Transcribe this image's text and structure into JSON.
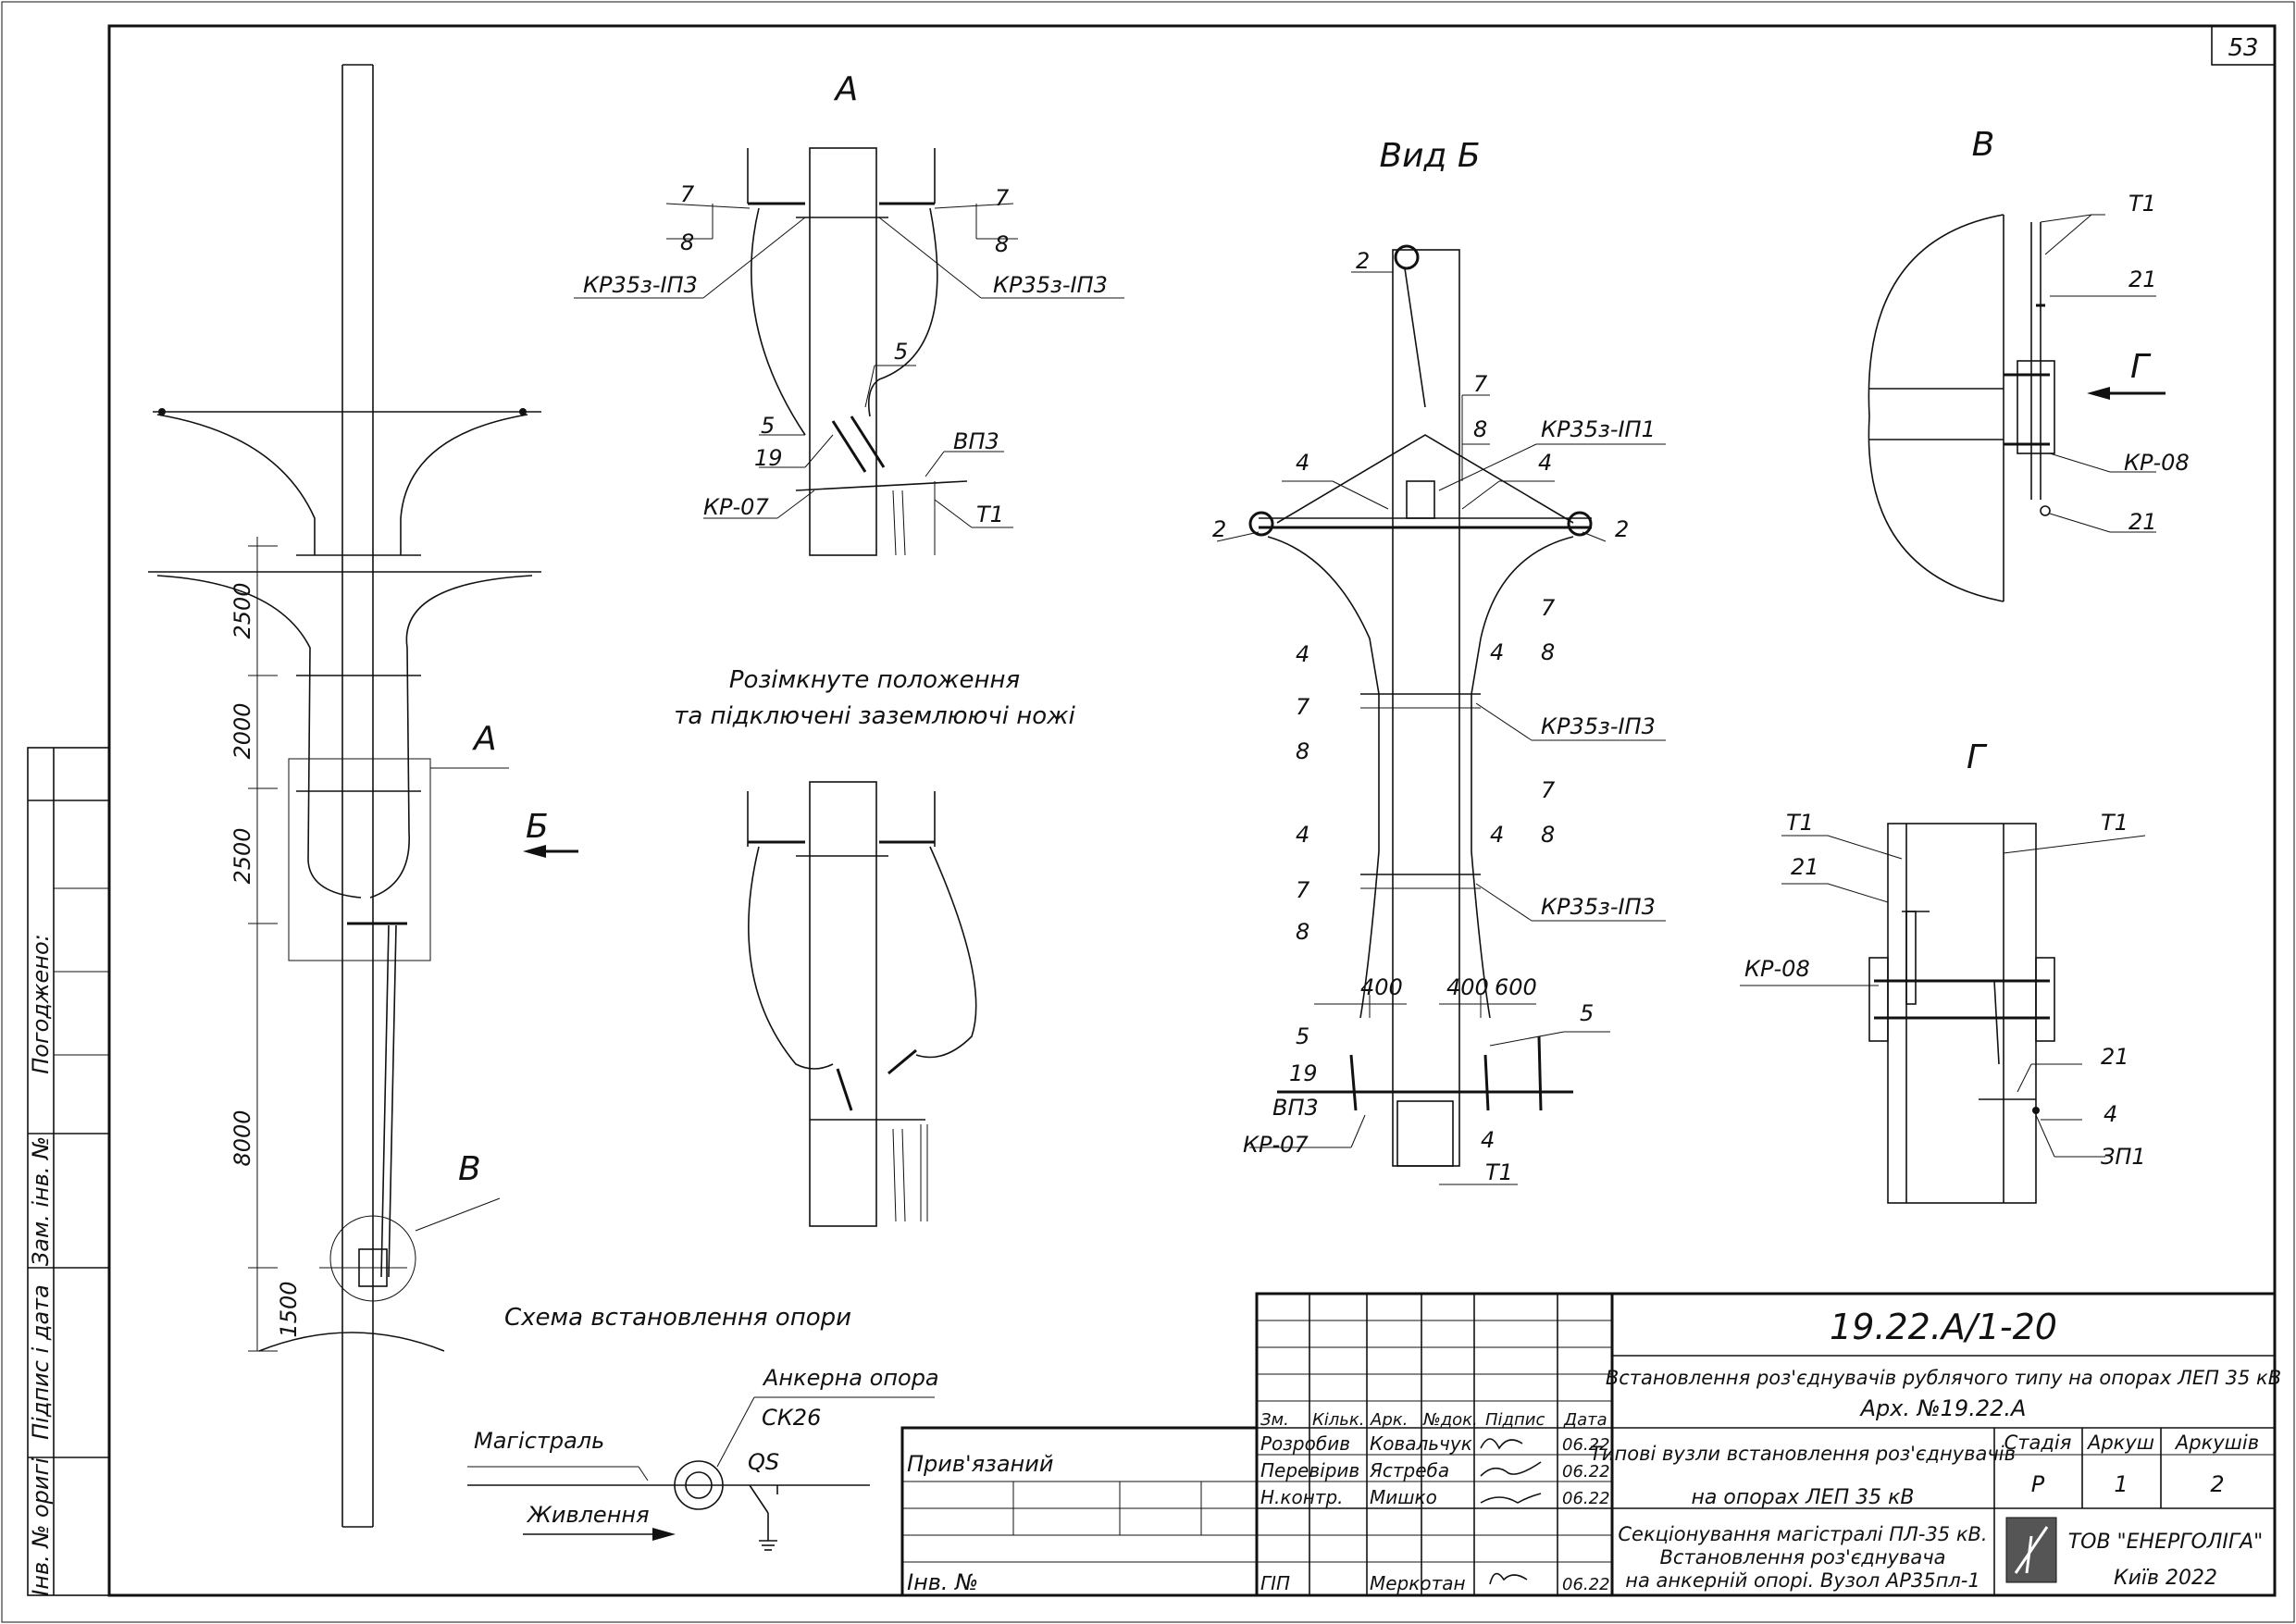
{
  "sheet": {
    "page_number": "53",
    "side_stamp": [
      "Погоджено:",
      "Зам. інв. №",
      "Підпис і дата",
      "Інв. № оригі"
    ]
  },
  "views": {
    "view_a": "А",
    "view_b": "Вид Б",
    "view_v": "В",
    "view_g": "Г",
    "pole_a_marker": "А",
    "pole_b_arrow": "Б",
    "pole_v_marker": "В",
    "v_g_arrow": "Г"
  },
  "pole_dims": [
    "2500",
    "2000",
    "2500",
    "8000",
    "1500"
  ],
  "view_a_labels": {
    "l7": "7",
    "l8": "8",
    "r7": "7",
    "r8": "8",
    "kr_left": "КР35з-ІП3",
    "kr_right": "КР35з-ІП3",
    "n5a": "5",
    "n5b": "5",
    "n19": "19",
    "vp3": "ВП3",
    "kr07": "КР-07",
    "t1": "Т1"
  },
  "open_position_caption": [
    "Розімкнуте положення",
    "та підключені заземлюючі ножі"
  ],
  "view_b_labels": {
    "n2_top": "2",
    "n2_left": "2",
    "n2_right": "2",
    "n7_top": "7",
    "n8_top": "8",
    "kr_ip1": "КР35з-ІП1",
    "n4_l1": "4",
    "n4_r1": "4",
    "n4_l2": "4",
    "n4_r2": "4",
    "n7_l2": "7",
    "n8_l2": "8",
    "n7_r2": "7",
    "n8_r2": "8",
    "kr_ip3_a": "КР35з-ІП3",
    "n4_l3": "4",
    "n4_r3": "4",
    "n7_l3": "7",
    "n8_l3": "8",
    "n7_r3": "7",
    "n8_r3": "8",
    "kr_ip3_b": "КР35з-ІП3",
    "d400a": "400",
    "d400b": "400",
    "d600": "600",
    "n5_l": "5",
    "n19": "19",
    "vp3": "ВП3",
    "kr07": "КР-07",
    "n5_r": "5",
    "n4_bot": "4",
    "t1": "Т1"
  },
  "view_v_labels": {
    "t1": "Т1",
    "n21a": "21",
    "kr08": "КР-08",
    "n21b": "21"
  },
  "view_g_labels": {
    "t1_l": "Т1",
    "t1_r": "Т1",
    "n21a": "21",
    "kr08": "КР-08",
    "n21b": "21",
    "n4": "4",
    "zp1": "ЗП1"
  },
  "scheme": {
    "title": "Схема встановлення опори",
    "anchor": "Анкерна опора",
    "sk": "СК26",
    "main": "Магістраль",
    "qs": "QS",
    "feed": "Живлення"
  },
  "title_block": {
    "code": "19.22.А/1-20",
    "project": "Встановлення роз'єднувачів рублячого типу на опорах ЛЕП 35 кВ",
    "arch": "Арх. №19.22.А",
    "bound": "Прив'язаний",
    "inv": "Інв. №",
    "col_headers": [
      "Зм.",
      "Кільк.",
      "Арк.",
      "№док.",
      "Підпис",
      "Дата"
    ],
    "rows": [
      {
        "role": "Розробив",
        "name": "Ковальчук",
        "date": "06.22"
      },
      {
        "role": "Перевірив",
        "name": "Ястреба",
        "date": "06.22"
      },
      {
        "role": "Н.контр.",
        "name": "Мишко",
        "date": "06.22"
      },
      {
        "role": "ГІП",
        "name": "Меркотан",
        "date": "06.22"
      }
    ],
    "subject": [
      "Типові вузли встановлення роз'єднувачів",
      "на опорах ЛЕП 35 кВ"
    ],
    "sheet_title": [
      "Секціонування магістралі ПЛ-35 кВ.",
      "Встановлення роз'єднувача",
      "на анкерній опорі. Вузол АР35пл-1"
    ],
    "stage_hdr": "Стадія",
    "sheet_hdr": "Аркуш",
    "sheets_hdr": "Аркушів",
    "stage": "Р",
    "sheet": "1",
    "sheets": "2",
    "company": "ТОВ \"ЕНЕРГОЛІГА\"",
    "city": "Київ 2022"
  }
}
